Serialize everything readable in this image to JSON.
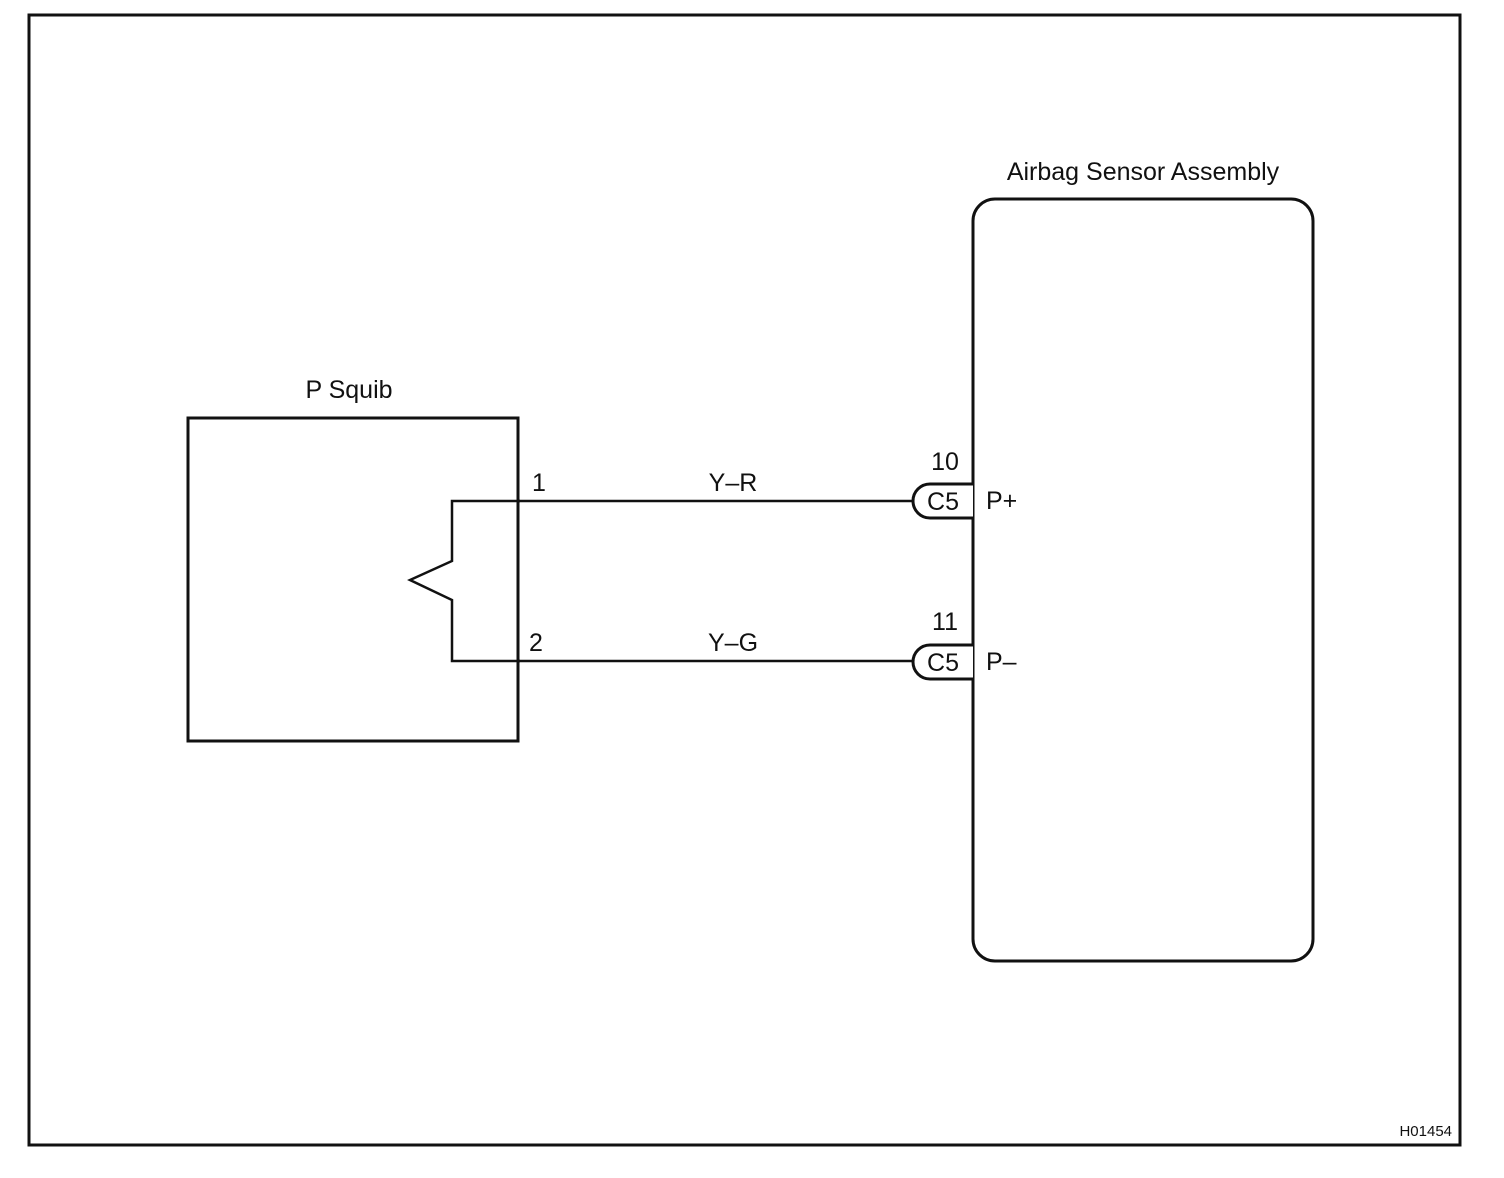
{
  "components": {
    "squib": {
      "name": "P Squib"
    },
    "sensor": {
      "name": "Airbag Sensor Assembly"
    }
  },
  "wires": [
    {
      "color_code": "Y–R",
      "squib_pin": "1",
      "sensor_pin": "10",
      "connector": "C5",
      "terminal": "P+"
    },
    {
      "color_code": "Y–G",
      "squib_pin": "2",
      "sensor_pin": "11",
      "connector": "C5",
      "terminal": "P–"
    }
  ],
  "reference_code": "H01454",
  "colors": {
    "line": "#111111",
    "background": "#ffffff"
  }
}
